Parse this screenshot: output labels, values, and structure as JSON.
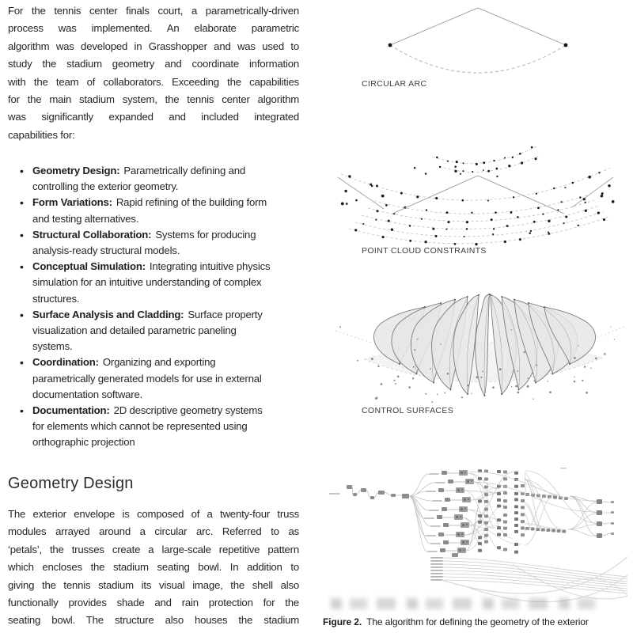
{
  "colors": {
    "text": "#262626",
    "diagram_line": "#9a9a9a"
  },
  "left": {
    "para1_lines": [
      "For the tennis center finals court, a parametrically-driven",
      "process was implemented.  An elaborate parametric",
      "algorithm was developed in Grasshopper and was used to",
      "study the stadium geometry and coordinate information",
      "with the team of collaborators.  Exceeding the capabilities",
      "for the main stadium system,  the tennis center algorithm",
      "was significantly expanded and included integrated",
      "capabilities for:"
    ],
    "bullets": [
      {
        "lead": "Geometry Design:",
        "text": "Parametrically defining and\ncontrolling the exterior geometry."
      },
      {
        "lead": "Form Variations:",
        "text": "Rapid refining of the building form\nand testing alternatives."
      },
      {
        "lead": "Structural Collaboration:",
        "text": "Systems for producing\nanalysis-ready structural models."
      },
      {
        "lead": "Conceptual Simulation:",
        "text": "Integrating intuitive physics\nsimulation for an intuitive understanding of complex\nstructures."
      },
      {
        "lead": "Surface Analysis and Cladding:",
        "text": "Surface property\nvisualization and detailed parametric paneling\nsystems."
      },
      {
        "lead": "Coordination:",
        "text": "Organizing and exporting\nparametrically generated models for use in external\ndocumentation software."
      },
      {
        "lead": "Documentation:",
        "text": "2D descriptive geometry  systems\nfor elements which cannot be represented using\northographic projection"
      }
    ],
    "heading": "Geometry Design",
    "para2_lines": [
      "The exterior envelope is composed of a twenty-four truss",
      "modules arrayed around a circular arc.  Referred to as",
      "‘petals’, the trusses create a large-scale repetitive pattern",
      "which encloses the stadium seating bowl.  In addition to",
      "giving the tennis stadium its visual image, the shell also",
      "functionally provides shade and rain protection for the",
      "seating bowl.  The structure also houses the stadium"
    ]
  },
  "figures": {
    "fig1_label": "CIRCULAR ARC",
    "fig2_label": "POINT CLOUD CONSTRAINTS",
    "fig3_label": "CONTROL SURFACES",
    "caption_bold": "Figure 2.",
    "caption_text": "The algorithm for defining the geometry of the exterior"
  }
}
